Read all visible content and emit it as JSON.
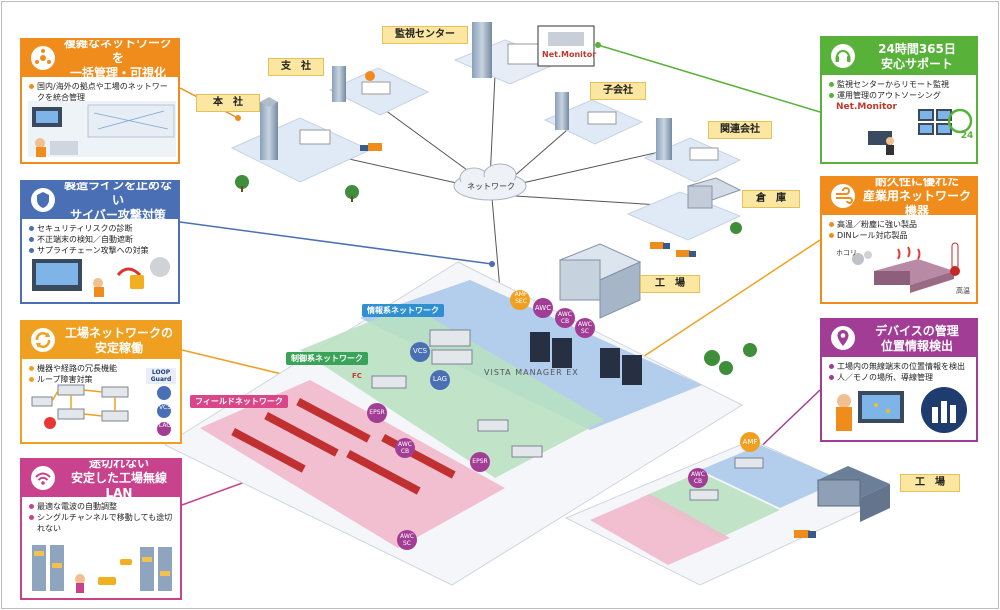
{
  "locations": {
    "kanshi": "監視センター",
    "shisha": "支　社",
    "honsha": "本　社",
    "kogaisha": "子会社",
    "kanren": "関連会社",
    "souko": "倉　庫",
    "kojo_main": "工　場",
    "kojo_sub": "工　場"
  },
  "network_cloud": "ネットワーク",
  "net_labels": {
    "info": "情報系ネットワーク",
    "control": "制御系ネットワーク",
    "field": "フィールドネットワーク"
  },
  "device_tags": {
    "amf": "AMF",
    "amf_sec": "AMF SEC",
    "awc": "AWC",
    "awc_cb": "AWC CB",
    "awc_sc": "AWC SC",
    "vcs": "VCS",
    "lag": "LAG",
    "epsr": "EPSR",
    "loop_guard": "LOOP Guard"
  },
  "brands": {
    "netmonitor": "Net.Monitor",
    "vista": "VISTA MANAGER EX",
    "fc": "FC"
  },
  "panels": {
    "unify": {
      "title": [
        "複雑なネットワークを",
        "一括管理・可視化"
      ],
      "bullets": [
        "国内/海外の拠点や工場のネットワークを統合管理"
      ],
      "color": "#f08c1c"
    },
    "cyber": {
      "title": [
        "製造ラインを止めない",
        "サイバー攻撃対策"
      ],
      "bullets": [
        "セキュリティリスクの診断",
        "不正端末の検知／自動遮断",
        "サプライチェーン攻撃への対策"
      ],
      "color": "#4a6fb5"
    },
    "stable": {
      "title": [
        "工場ネットワークの",
        "安定稼働"
      ],
      "bullets": [
        "機器や経路の冗長機能",
        "ループ障害対策"
      ],
      "color": "#f0a020"
    },
    "wlan": {
      "title": [
        "途切れない",
        "安定した工場無線LAN"
      ],
      "bullets": [
        "最適な電波の自動調整",
        "シングルチャンネルで移動しても途切れない"
      ],
      "color": "#c8428e"
    },
    "support": {
      "title": [
        "24時間365日",
        "安心サポート"
      ],
      "bullets": [
        "監視センターからリモート監視",
        "運用管理のアウトソーシング"
      ],
      "color": "#58b23a"
    },
    "durable": {
      "title": [
        "耐久性に優れた",
        "産業用ネットワーク機器"
      ],
      "bullets": [
        "高温／粉塵に強い製品",
        "DINレール対応製品"
      ],
      "color": "#f08c1c",
      "dust": "ホコリ",
      "heat": "高温"
    },
    "location": {
      "title": [
        "デバイスの管理",
        "位置情報検出"
      ],
      "bullets": [
        "工場内の無線端末の位置情報を検出",
        "人／モノの場所、導線管理"
      ],
      "color": "#a23d96"
    }
  },
  "badge_24": "24"
}
